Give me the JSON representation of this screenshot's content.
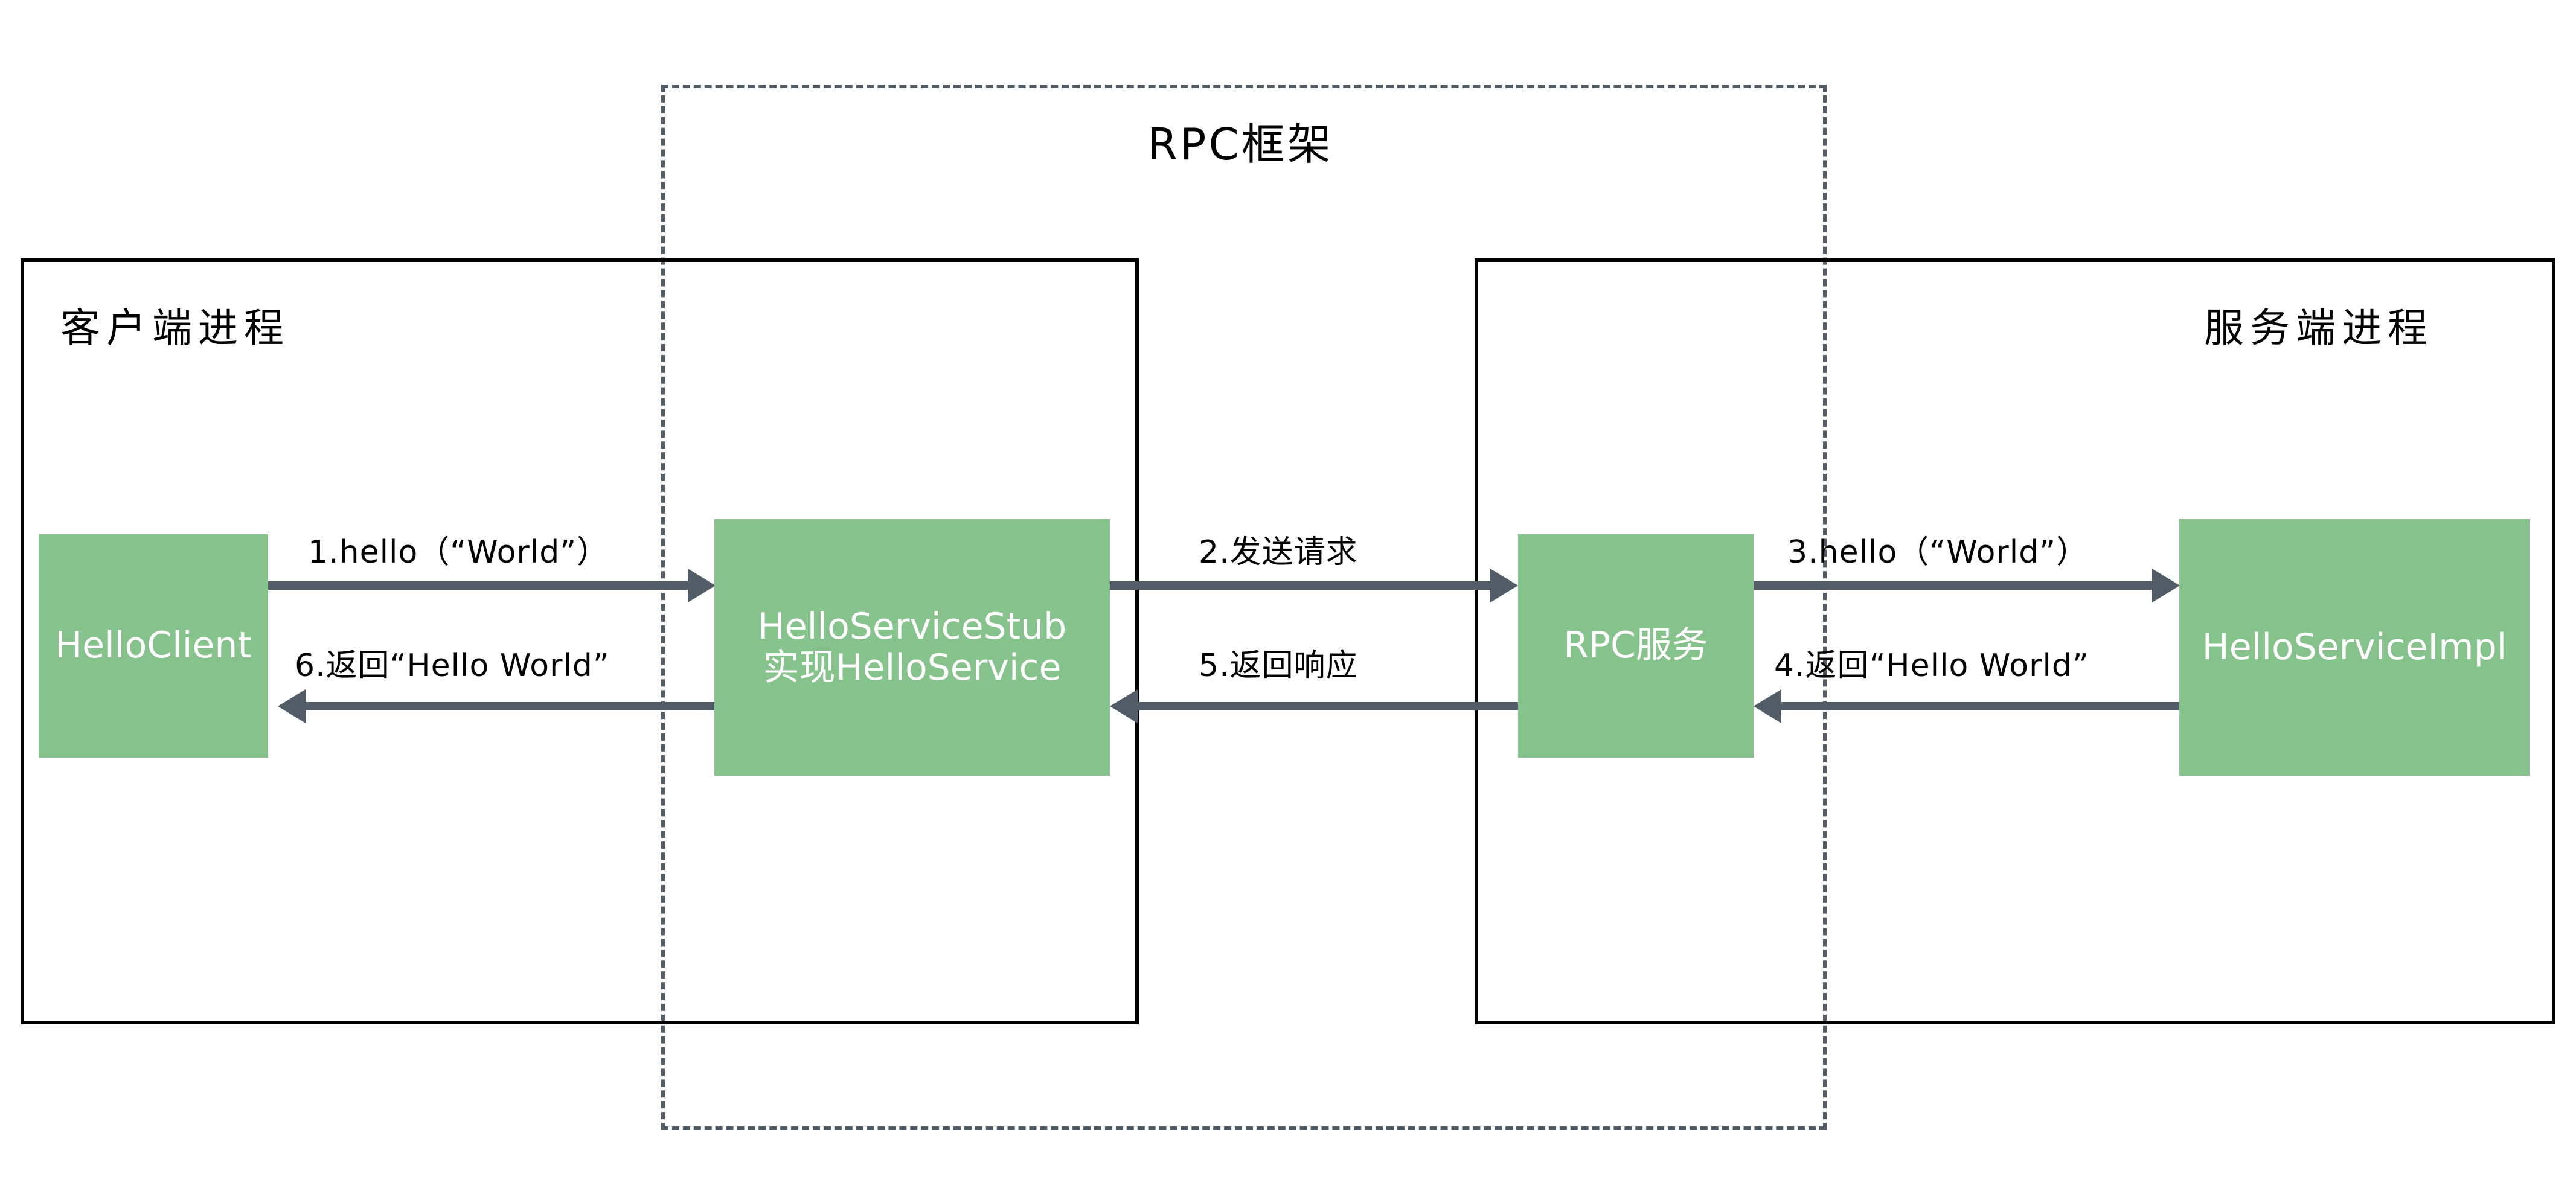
{
  "diagram": {
    "title": "RPC框架",
    "containers": [
      {
        "id": "client-process",
        "label": "客户端进程"
      },
      {
        "id": "server-process",
        "label": "服务端进程"
      }
    ],
    "nodes": [
      {
        "id": "hello-client",
        "lines": [
          "HelloClient"
        ]
      },
      {
        "id": "hello-service-stub",
        "lines": [
          "HelloServiceStub",
          "实现HelloService"
        ]
      },
      {
        "id": "rpc-service",
        "lines": [
          "RPC服务"
        ]
      },
      {
        "id": "hello-service-impl",
        "lines": [
          "HelloServiceImpl"
        ]
      }
    ],
    "flows": [
      {
        "step": 1,
        "label": "1.hello（“World”）",
        "direction": "right"
      },
      {
        "step": 2,
        "label": "2.发送请求",
        "direction": "right"
      },
      {
        "step": 3,
        "label": "3.hello（“World”）",
        "direction": "right"
      },
      {
        "step": 4,
        "label": "4.返回“Hello World”",
        "direction": "left"
      },
      {
        "step": 5,
        "label": "5.返回响应",
        "direction": "left"
      },
      {
        "step": 6,
        "label": "6.返回“Hello World”",
        "direction": "left"
      }
    ],
    "colors": {
      "node_fill": "#86c28c",
      "node_text": "#ffffff",
      "arrow": "#525c66",
      "container_border": "#000000",
      "frame_border": "#525c66",
      "background": "#ffffff"
    }
  }
}
